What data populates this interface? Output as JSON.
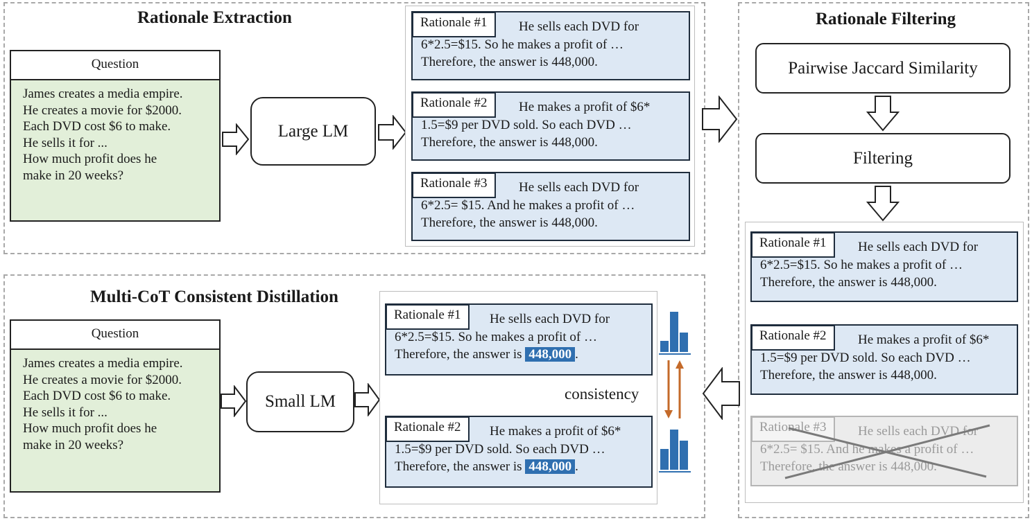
{
  "sections": {
    "extraction": "Rationale Extraction",
    "filtering": "Rationale Filtering",
    "distillation": "Multi-CoT Consistent Distillation"
  },
  "question": {
    "header": "Question",
    "lines": [
      "James creates a media empire.",
      "He creates a movie for $2000.",
      "Each DVD cost $6 to make.",
      "He sells it for ...",
      "How much profit does he",
      "make in 20 weeks?"
    ]
  },
  "models": {
    "large": "Large LM",
    "small": "Small LM"
  },
  "rationales": [
    {
      "label": "Rationale #1",
      "line1": "He sells each DVD for",
      "line2": "6*2.5=$15. So he makes a profit of  …",
      "line3": "Therefore, the answer is 448,000."
    },
    {
      "label": "Rationale #2",
      "line1": "He makes a profit of $6*",
      "line2": "1.5=$9 per DVD sold. So each DVD …",
      "line3": "Therefore, the answer is 448,000."
    },
    {
      "label": "Rationale #3",
      "line1": "He sells each DVD for",
      "line2": "6*2.5= $15. And he makes a profit of  …",
      "line3": "Therefore, the answer is 448,000."
    }
  ],
  "distill": {
    "prefix": "Therefore, the answer is ",
    "answer": "448,000",
    "suffix": "."
  },
  "filtering": {
    "step1": "Pairwise Jaccard Similarity",
    "step2": "Filtering"
  },
  "consistency_label": "consistency",
  "colors": {
    "question_fill": "#e2efd9",
    "rationale_fill": "#dde8f4",
    "accent_blue": "#2f6fb0",
    "accent_orange": "#c46a2a",
    "faded_fill": "#ececec"
  }
}
